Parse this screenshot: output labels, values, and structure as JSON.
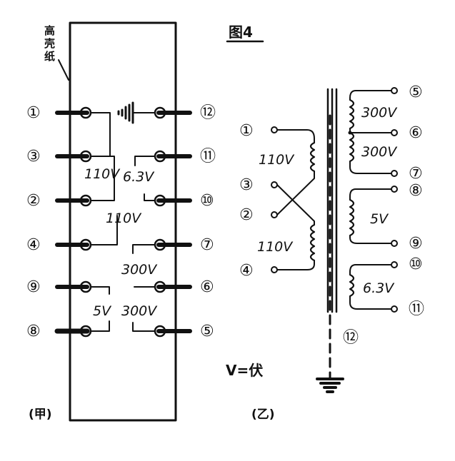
{
  "figure_title": "图4",
  "panel_a": {
    "caption": "(甲)",
    "callout": [
      "高",
      "壳",
      "纸"
    ],
    "left_terminals": [
      "①",
      "③",
      "②",
      "④",
      "⑨",
      "⑧"
    ],
    "right_terminals": [
      "⑫",
      "⑪",
      "⑩",
      "⑦",
      "⑥",
      "⑤"
    ],
    "winding_labels": [
      "110V",
      "6.3V",
      "110V",
      "300V",
      "5V",
      "300V"
    ]
  },
  "panel_b": {
    "caption": "(乙)",
    "primary_terminals": [
      "①",
      "③",
      "②",
      "④"
    ],
    "primary_labels": [
      "110V",
      "110V"
    ],
    "secondary_terminals": [
      "⑤",
      "⑥",
      "⑦",
      "⑧",
      "⑨",
      "⑩",
      "⑪"
    ],
    "secondary_labels": [
      "300V",
      "300V",
      "5V",
      "6.3V"
    ],
    "ground_terminal": "⑫",
    "legend": "V=伏"
  },
  "colors": {
    "ink": "#111111",
    "background": "#ffffff"
  }
}
